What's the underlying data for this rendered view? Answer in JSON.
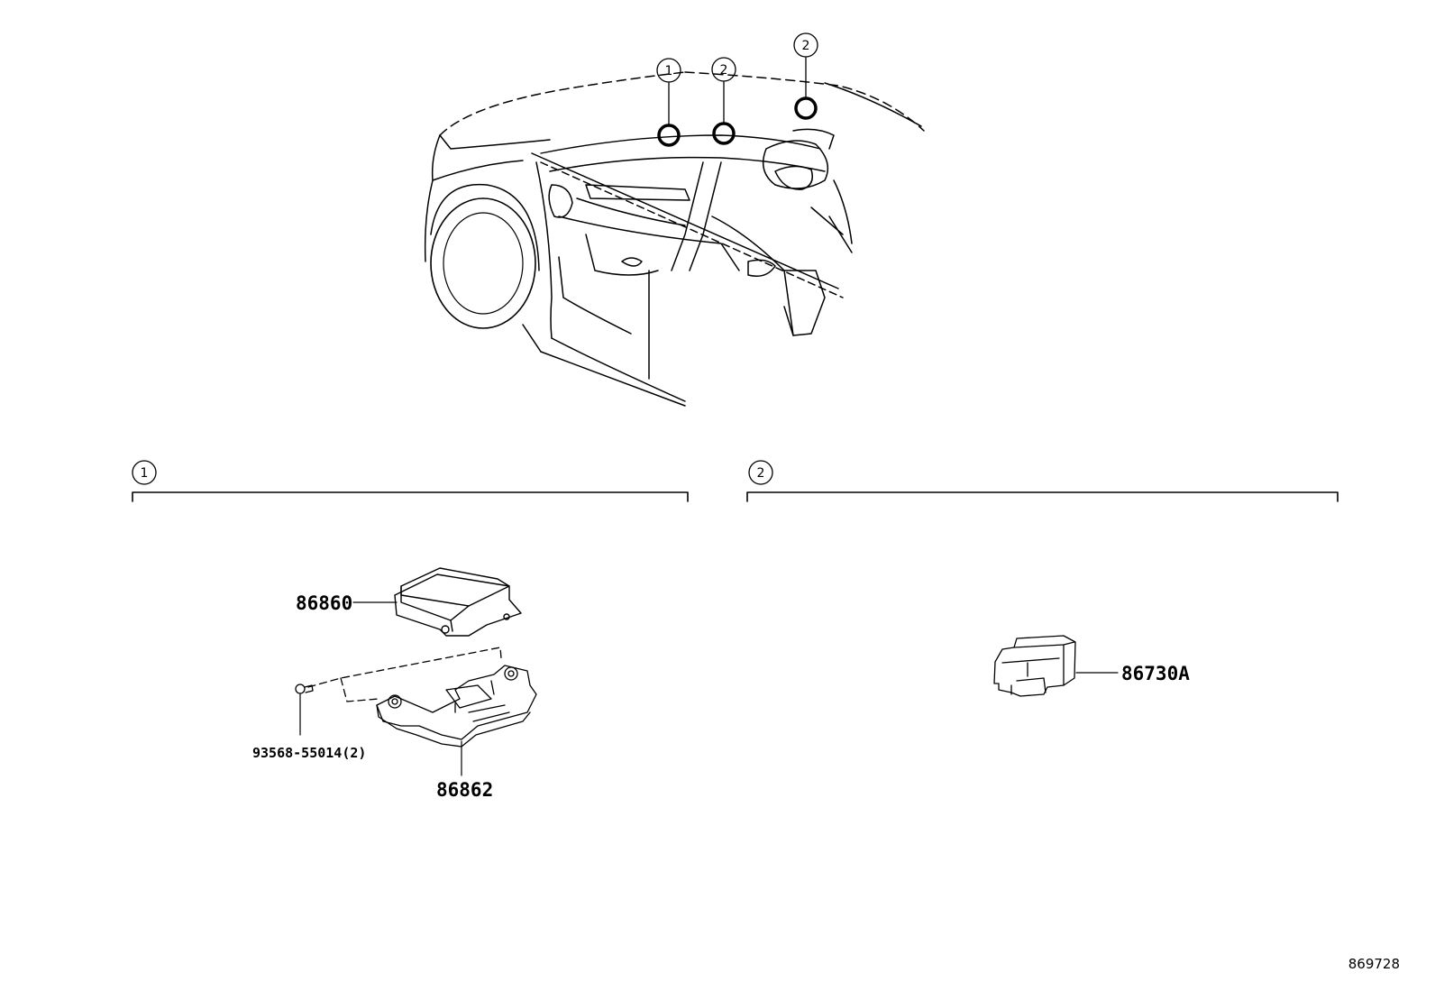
{
  "overview": {
    "callouts": [
      {
        "number": "1"
      },
      {
        "number": "2"
      },
      {
        "number": "2"
      }
    ]
  },
  "section_1": {
    "number": "1",
    "parts": {
      "ecu": "86860",
      "bracket": "86862",
      "bolt": "93568-55014(2)"
    }
  },
  "section_2": {
    "number": "2",
    "parts": {
      "sensor": "86730A"
    }
  },
  "drawing_id": "869728"
}
